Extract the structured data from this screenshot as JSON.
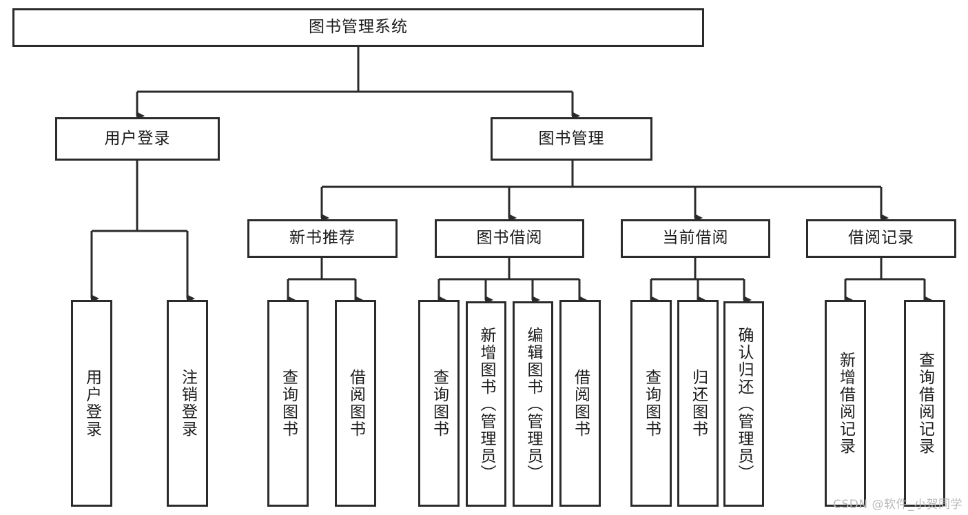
{
  "diagram": {
    "title": "图书管理系统",
    "watermark": "CSDN @软件_小贺同学",
    "colors": {
      "stroke": "#2b2b2b",
      "fill": "#ffffff",
      "text": "#1c1c1c",
      "watermark": "#b9b9b9"
    },
    "nodes": {
      "root": "图书管理系统",
      "level2": {
        "user_login": "用户登录",
        "book_manage": "图书管理"
      },
      "level3": {
        "new_book_rec": "新书推荐",
        "book_borrow": "图书借阅",
        "current_borrow": "当前借阅",
        "borrow_record": "借阅记录"
      },
      "leaves": {
        "user_login_1": "用户登录",
        "user_login_2": "注销登录",
        "new_book_rec_1": "查询图书",
        "new_book_rec_2": "借阅图书",
        "book_borrow_1": "查询图书",
        "book_borrow_2": "新增图书（管理员）",
        "book_borrow_3": "编辑图书（管理员）",
        "book_borrow_4": "借阅图书",
        "current_borrow_1": "查询图书",
        "current_borrow_2": "归还图书",
        "current_borrow_3": "确认归还（管理员）",
        "borrow_record_1": "新增借阅记录",
        "borrow_record_2": "查询借阅记录"
      }
    }
  }
}
